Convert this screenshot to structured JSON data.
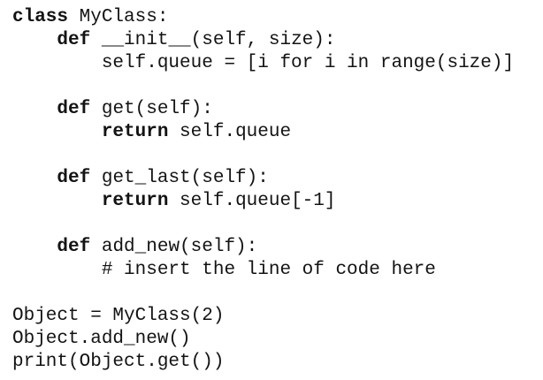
{
  "code": {
    "language": "python",
    "lines": [
      {
        "segments": [
          {
            "text": "class",
            "bold": true
          },
          {
            "text": " MyClass:",
            "bold": false
          }
        ]
      },
      {
        "segments": [
          {
            "text": "    ",
            "bold": false
          },
          {
            "text": "def",
            "bold": true
          },
          {
            "text": " __init__(self, size):",
            "bold": false
          }
        ]
      },
      {
        "segments": [
          {
            "text": "        self.queue = [i for i in range(size)]",
            "bold": false
          }
        ]
      },
      {
        "segments": []
      },
      {
        "segments": [
          {
            "text": "    ",
            "bold": false
          },
          {
            "text": "def",
            "bold": true
          },
          {
            "text": " get(self):",
            "bold": false
          }
        ]
      },
      {
        "segments": [
          {
            "text": "        ",
            "bold": false
          },
          {
            "text": "return",
            "bold": true
          },
          {
            "text": " self.queue",
            "bold": false
          }
        ]
      },
      {
        "segments": []
      },
      {
        "segments": [
          {
            "text": "    ",
            "bold": false
          },
          {
            "text": "def",
            "bold": true
          },
          {
            "text": " get_last(self):",
            "bold": false
          }
        ]
      },
      {
        "segments": [
          {
            "text": "        ",
            "bold": false
          },
          {
            "text": "return",
            "bold": true
          },
          {
            "text": " self.queue[-1]",
            "bold": false
          }
        ]
      },
      {
        "segments": []
      },
      {
        "segments": [
          {
            "text": "    ",
            "bold": false
          },
          {
            "text": "def",
            "bold": true
          },
          {
            "text": " add_new(self):",
            "bold": false
          }
        ]
      },
      {
        "segments": [
          {
            "text": "        # insert the line of code here",
            "bold": false
          }
        ]
      },
      {
        "segments": []
      },
      {
        "segments": [
          {
            "text": "Object = MyClass(2)",
            "bold": false
          }
        ]
      },
      {
        "segments": [
          {
            "text": "Object.add_new()",
            "bold": false
          }
        ]
      },
      {
        "segments": [
          {
            "text": "print(Object.get())",
            "bold": false
          }
        ]
      }
    ]
  },
  "colors": {
    "background": "#ffffff",
    "text": "#131313"
  }
}
